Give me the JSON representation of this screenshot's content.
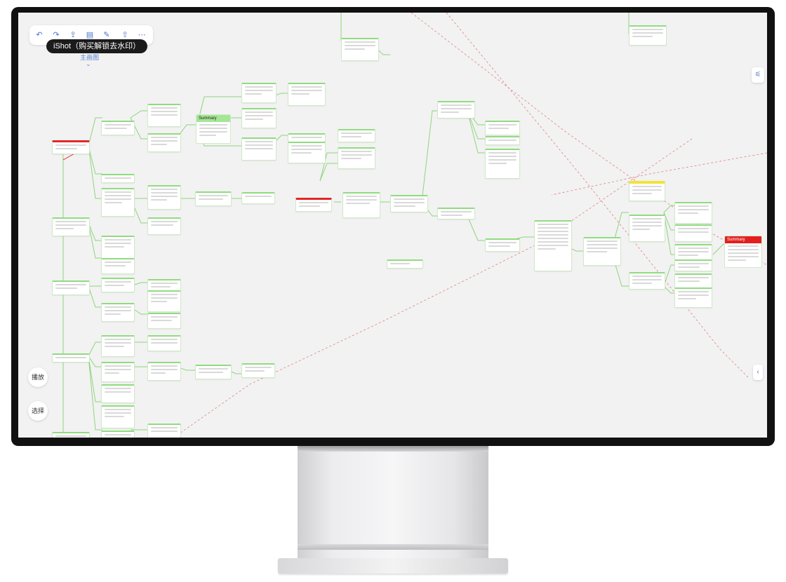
{
  "watermark": "iShot（购买解锁去水印）",
  "tab": {
    "label": "主画图"
  },
  "side_buttons": {
    "play": "播放",
    "select": "选择"
  },
  "mindmap": {
    "summary_title": "Summary",
    "summary_title_right": "Summary"
  },
  "icons": {
    "toolbar": [
      "undo-icon",
      "redo-icon",
      "share-icon",
      "layout-icon",
      "edit-icon",
      "export-icon",
      "more-icon"
    ],
    "right_panel": "filter-icon",
    "collapse": "chevron-left-icon"
  },
  "colors": {
    "branch_green": "#8fdc7f",
    "main_red": "#e02828",
    "highlight_yellow": "#f2e23a",
    "link_red_dashed": "#e08080",
    "accent_blue": "#4a76c9"
  }
}
